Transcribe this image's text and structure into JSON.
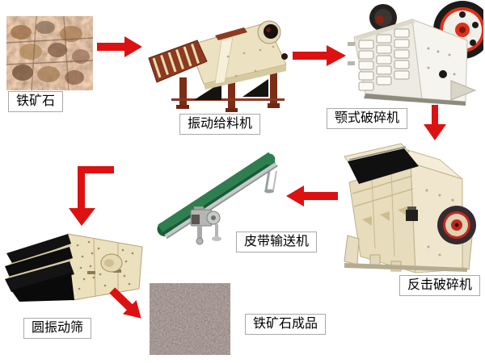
{
  "diagram": {
    "kind": "process-flow",
    "background": "#ffffff"
  },
  "nodes": [
    {
      "id": "iron-ore",
      "label": "铁矿石",
      "kind": "photo"
    },
    {
      "id": "vibrating-feeder",
      "label": "振动给料机",
      "kind": "machine"
    },
    {
      "id": "jaw-crusher",
      "label": "颚式破碎机",
      "kind": "machine"
    },
    {
      "id": "impact-crusher",
      "label": "反击破碎机",
      "kind": "machine"
    },
    {
      "id": "belt-conveyor",
      "label": "皮带输送机",
      "kind": "machine"
    },
    {
      "id": "vibrating-screen",
      "label": "圆振动筛",
      "kind": "machine"
    },
    {
      "id": "iron-ore-product",
      "label": "铁矿石成品",
      "kind": "photo"
    }
  ],
  "arrows": [
    {
      "from": "iron-ore",
      "to": "vibrating-feeder",
      "direction": "right"
    },
    {
      "from": "vibrating-feeder",
      "to": "jaw-crusher",
      "direction": "right"
    },
    {
      "from": "jaw-crusher",
      "to": "impact-crusher",
      "direction": "down"
    },
    {
      "from": "impact-crusher",
      "to": "belt-conveyor",
      "direction": "left"
    },
    {
      "from": "belt-conveyor",
      "to": "vibrating-screen",
      "direction": "elbow-down"
    },
    {
      "from": "vibrating-screen",
      "to": "iron-ore-product",
      "direction": "down-right"
    }
  ],
  "palette": {
    "arrow_red": "#dd1111",
    "label_border": "#a9a9a9",
    "label_text": "#000000",
    "machine_cream": "#ece2c2",
    "machine_dark_red": "#8d3a20",
    "flywheel_red": "#e03018",
    "belt_green": "#2e7e50",
    "hopper_black": "#101010"
  }
}
